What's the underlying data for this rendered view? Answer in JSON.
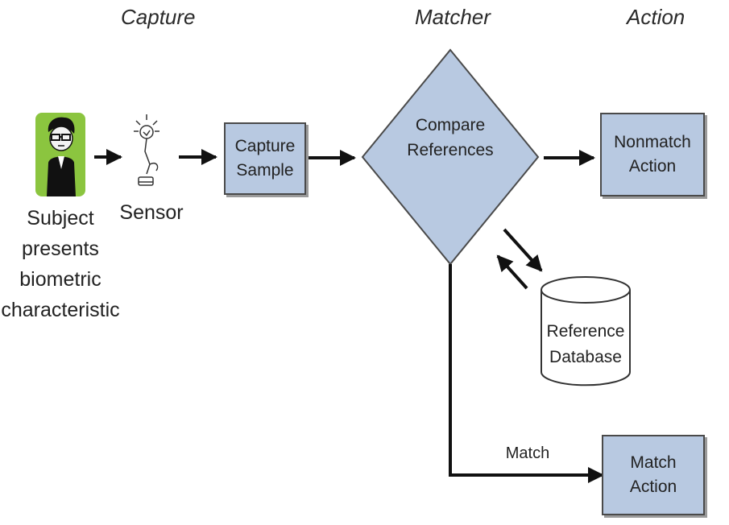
{
  "stages": {
    "capture": "Capture",
    "matcher": "Matcher",
    "action": "Action"
  },
  "subject": {
    "line1": "Subject",
    "line2": "presents",
    "line3": "biometric",
    "line4": "characteristic"
  },
  "sensor": {
    "label": "Sensor"
  },
  "capture_sample": {
    "line1": "Capture",
    "line2": "Sample"
  },
  "compare": {
    "line1": "Compare",
    "line2": "References"
  },
  "nonmatch": {
    "line1": "Nonmatch",
    "line2": "Action"
  },
  "reference_db": {
    "line1": "Reference",
    "line2": "Database"
  },
  "match_edge": {
    "label": "Match"
  },
  "match_action": {
    "line1": "Match",
    "line2": "Action"
  },
  "colors": {
    "box_fill": "#b8c9e1",
    "subject_bg": "#8bc53f"
  },
  "icons": [
    "person-icon",
    "sensor-icon",
    "database-icon"
  ]
}
